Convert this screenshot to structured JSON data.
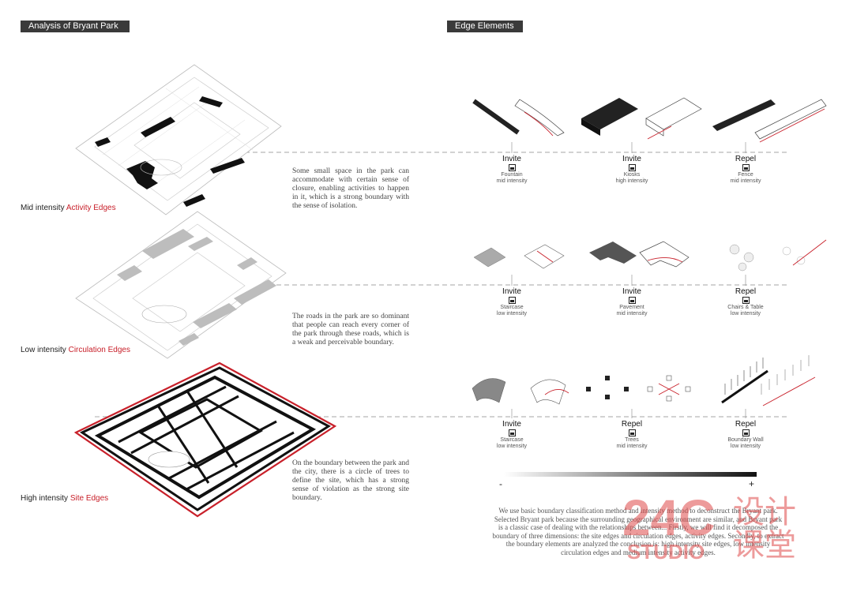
{
  "left_section": {
    "title": "Analysis of Bryant Park",
    "layers": [
      {
        "intensity": "Mid intensity",
        "edge_type": "Activity Edges",
        "description": "Some small space in the park can accommodate with certain sense of closure, enabling activities to happen in it, which is a strong boundary with the sense of isolation."
      },
      {
        "intensity": "Low intensity",
        "edge_type": "Circulation Edges",
        "description": "The roads in the park are so dominant that people can reach every corner of the park through these roads, which is a weak and perceivable boundary."
      },
      {
        "intensity": "High intensity",
        "edge_type": "Site Edges",
        "description": "On the boundary between the park and the city, there is a circle of trees to define the site, which has a strong sense of violation as the strong site boundary."
      }
    ]
  },
  "right_section": {
    "title": "Edge Elements",
    "rows": [
      [
        {
          "verb": "Invite",
          "name": "Fountain",
          "level": "mid intensity"
        },
        {
          "verb": "Invite",
          "name": "Kiosks",
          "level": "high intensity"
        },
        {
          "verb": "Repel",
          "name": "Fence",
          "level": "mid intensity"
        }
      ],
      [
        {
          "verb": "Invite",
          "name": "Staircase",
          "level": "low intensity"
        },
        {
          "verb": "Invite",
          "name": "Pavement",
          "level": "mid intensity"
        },
        {
          "verb": "Repel",
          "name": "Chairs & Table",
          "level": "low intensity"
        }
      ],
      [
        {
          "verb": "Invite",
          "name": "Staircase",
          "level": "low intensity"
        },
        {
          "verb": "Repel",
          "name": "Trees",
          "level": "mid intensity"
        },
        {
          "verb": "Repel",
          "name": "Boundary Wall",
          "level": "low intensity"
        }
      ]
    ],
    "scale_min": "-",
    "scale_max": "+",
    "summary": "We use basic boundary classification method and intensity method to deconstruct the Bryant park. Selected Bryant park because the surrounding geographical environment are similar, and Bryant park is a classic case of dealing with the relationships between... Firstly, we will find it decomposed the boundary of three dimensions: the site edges and circulation edges, activity edges. Secondly, to extract the boundary elements are analyzed the conclusion is: high intensity site edges, low intensity circulation edges and medium intensity activity edges."
  },
  "watermark": {
    "logo_text": "24C",
    "chinese_text": "设计课堂",
    "sub_text": "STUDIO"
  },
  "colors": {
    "accent": "#c8202a",
    "tag_bg": "#3a3a3a",
    "line": "#555555"
  }
}
